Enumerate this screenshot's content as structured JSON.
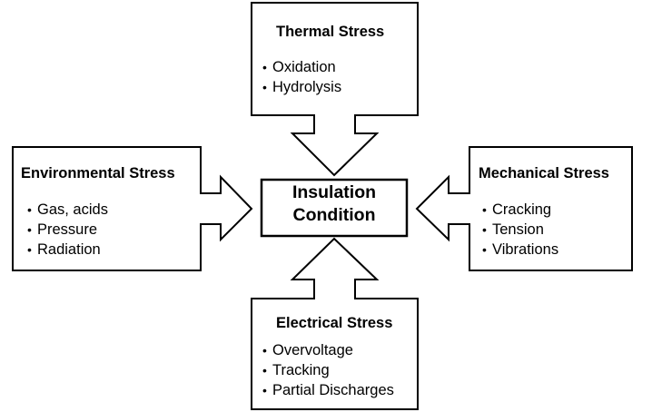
{
  "diagram": {
    "center": {
      "label_line1": "Insulation",
      "label_line2": "Condition"
    },
    "stresses": {
      "thermal": {
        "title": "Thermal Stress",
        "items": [
          "Oxidation",
          "Hydrolysis"
        ],
        "arrow_direction": "down"
      },
      "environmental": {
        "title": "Environmental Stress",
        "items": [
          "Gas, acids",
          "Pressure",
          "Radiation"
        ],
        "arrow_direction": "right"
      },
      "mechanical": {
        "title": "Mechanical Stress",
        "items": [
          "Cracking",
          "Tension",
          "Vibrations"
        ],
        "arrow_direction": "left"
      },
      "electrical": {
        "title": "Electrical Stress",
        "items": [
          "Overvoltage",
          "Tracking",
          "Partial Discharges"
        ],
        "arrow_direction": "up"
      }
    }
  }
}
